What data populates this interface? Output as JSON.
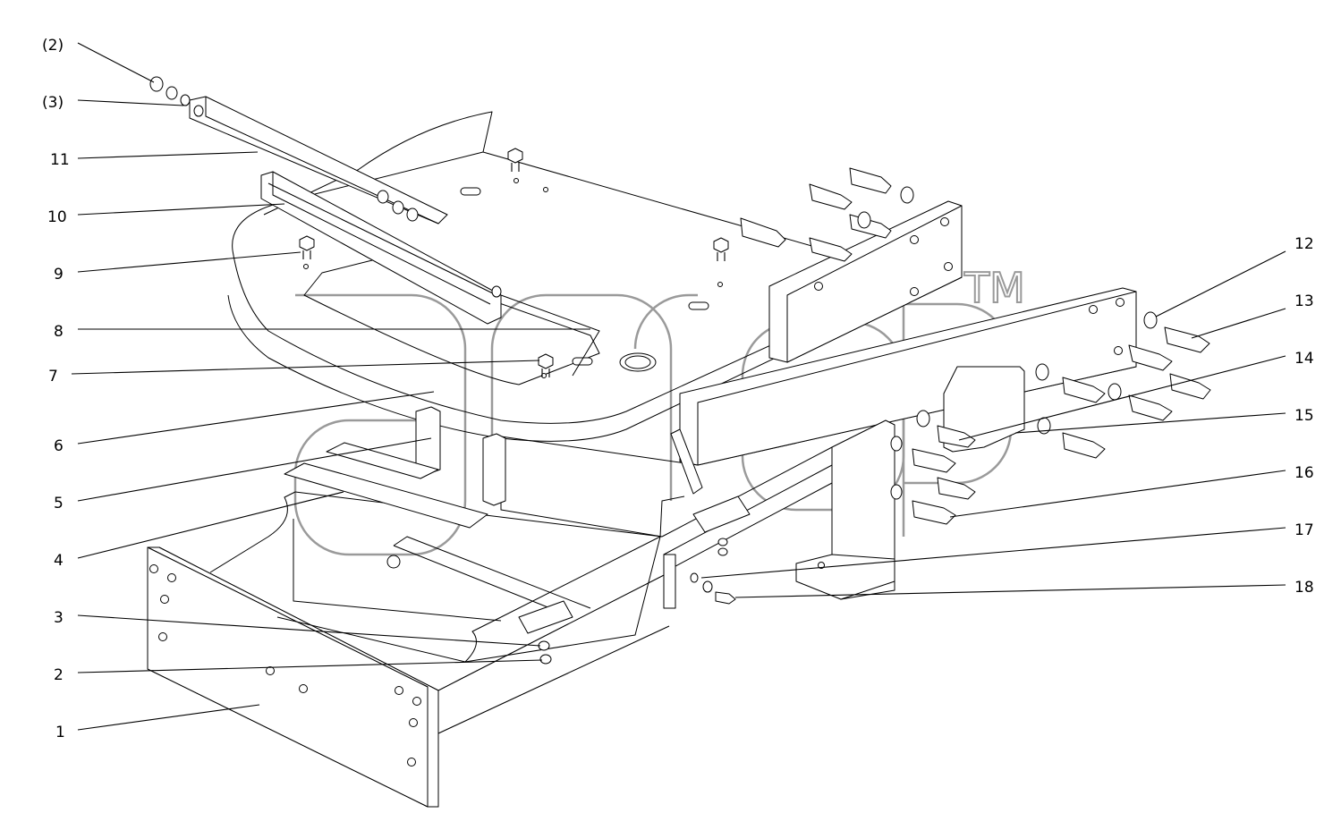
{
  "callouts": {
    "p2": "(2)",
    "p3": "(3)",
    "n11": "11",
    "n10": "10",
    "n9": "9",
    "n8": "8",
    "n7": "7",
    "n6": "6",
    "n5": "5",
    "n4": "4",
    "n3": "3",
    "n2": "2",
    "n1": "1",
    "n12": "12",
    "n13": "13",
    "n14": "14",
    "n15": "15",
    "n16": "16",
    "n17": "17",
    "n18": "18"
  },
  "watermark": {
    "trademark": "TM"
  },
  "colors": {
    "line": "#000000",
    "watermark": "#9a9a9a",
    "background": "#ffffff"
  }
}
